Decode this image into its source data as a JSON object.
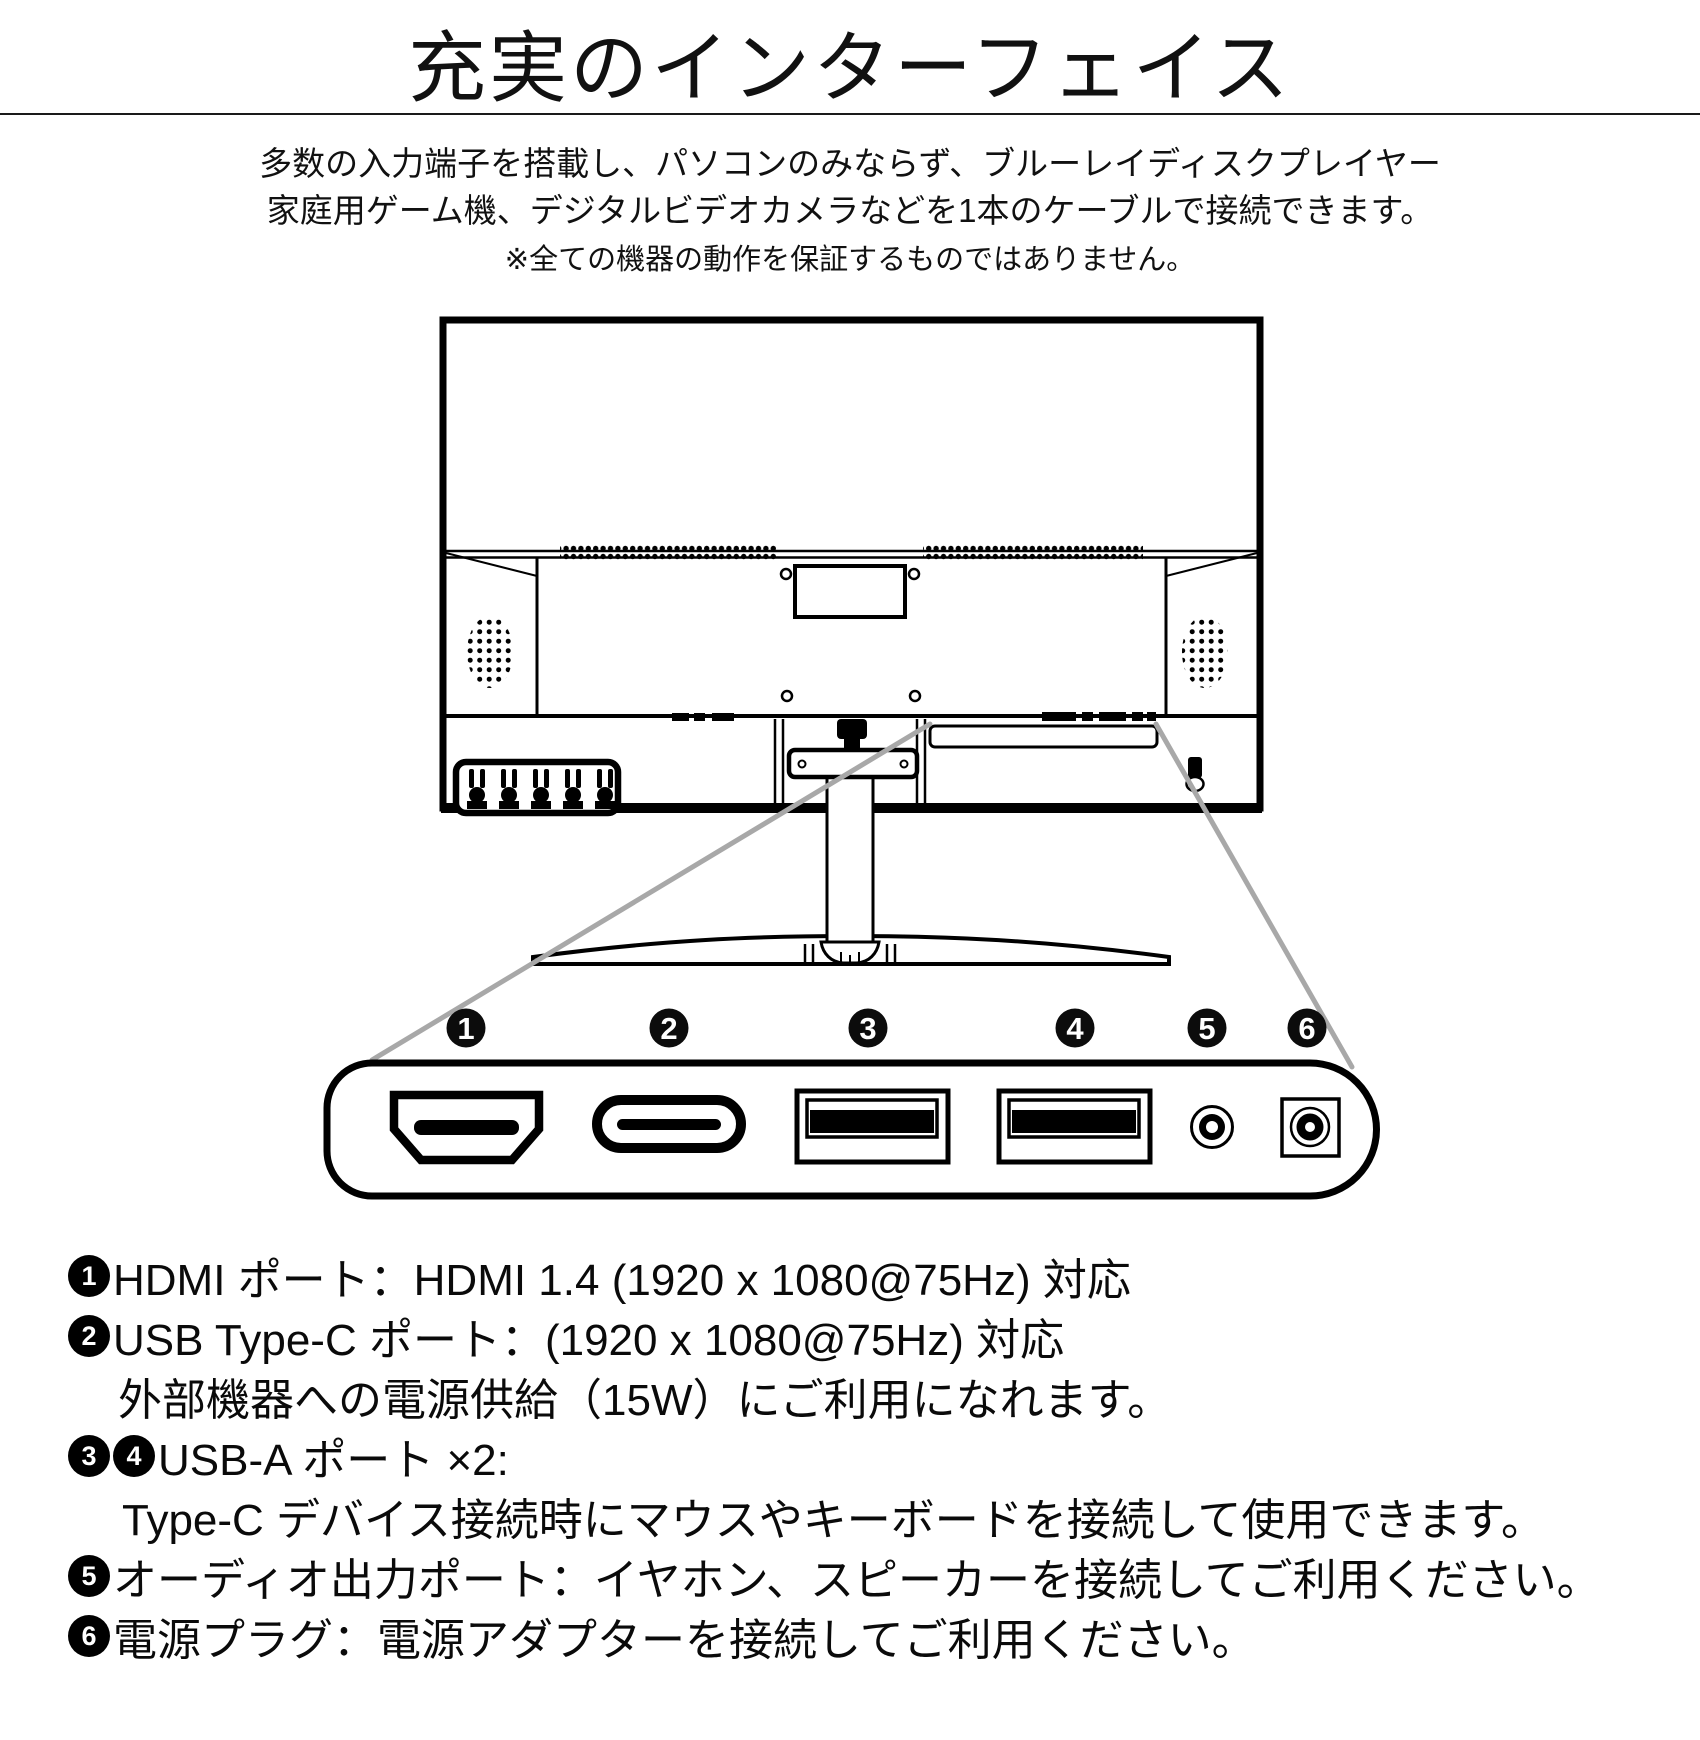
{
  "header": {
    "title": "充実のインターフェイス",
    "intro_line1": "多数の入力端子を搭載し、パソコンのみならず、ブルーレイディスクプレイヤー",
    "intro_line2": "家庭用ゲーム機、デジタルビデオカメラなどを1本のケーブルで接続できます。",
    "note": "※全ての機器の動作を保証するものではありません。"
  },
  "diagram": {
    "callouts": [
      "1",
      "2",
      "3",
      "4",
      "5",
      "6"
    ],
    "port_icons": [
      "hdmi-port",
      "usb-c-port",
      "usb-a-port",
      "usb-a-port",
      "audio-out-port",
      "dc-power-port"
    ]
  },
  "legend": {
    "items": [
      {
        "bullets": [
          "1"
        ],
        "text": "HDMI ポート：HDMI 1.4 (1920 x 1080@75Hz) 対応"
      },
      {
        "bullets": [
          "2"
        ],
        "text": "USB Type-C ポート：(1920 x 1080@75Hz) 対応"
      },
      {
        "bullets": [],
        "text": "外部機器への電源供給（15W）にご利用になれます。"
      },
      {
        "bullets": [
          "3",
          "4"
        ],
        "text": "USB-A ポート ×2:"
      },
      {
        "bullets": [],
        "text": "Type-C デバイス接続時にマウスやキーボードを接続して使用できます。"
      },
      {
        "bullets": [
          "5"
        ],
        "text": "オーディオ出力ポート：イヤホン、スピーカーを接続してご利用ください。"
      },
      {
        "bullets": [
          "6"
        ],
        "text": "電源プラグ：電源アダプターを接続してご利用ください。"
      }
    ]
  },
  "colors": {
    "ink": "#0a0a0a",
    "callout_line": "#a8a8a8",
    "background": "#ffffff"
  }
}
